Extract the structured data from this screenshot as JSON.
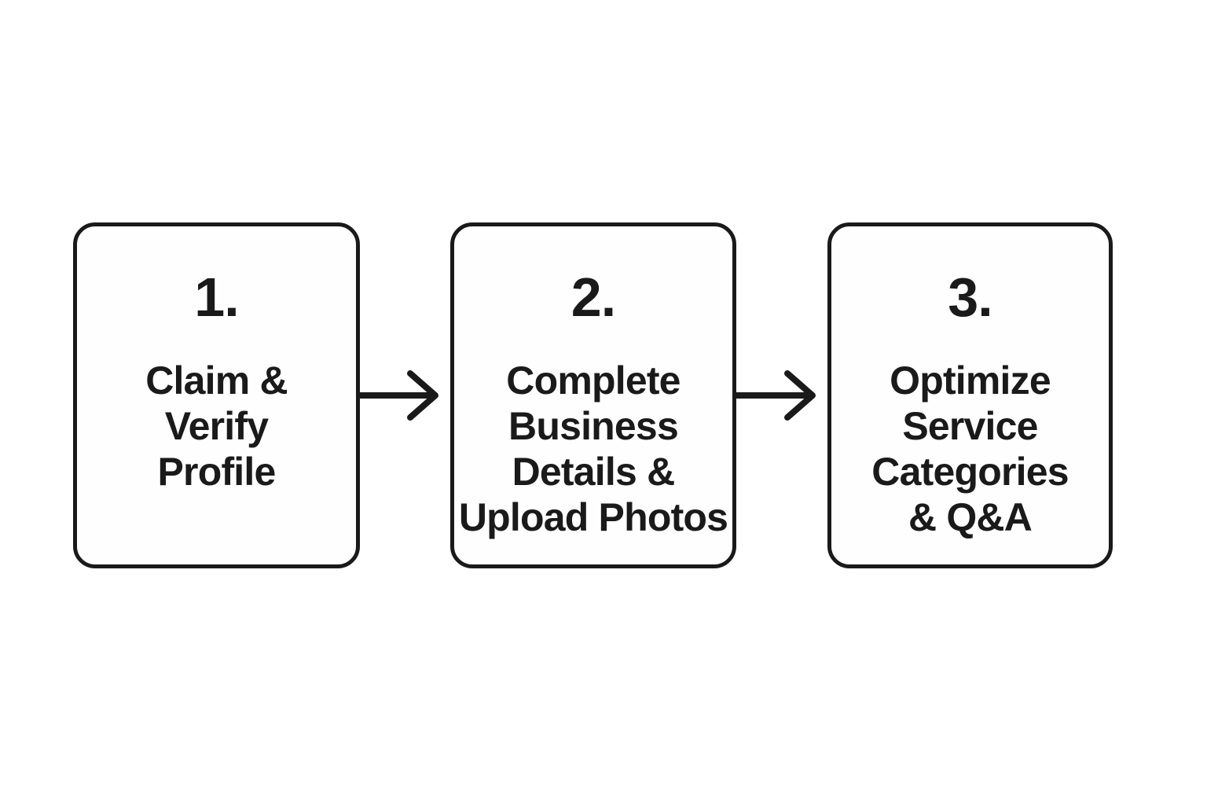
{
  "diagram": {
    "type": "process-flow",
    "direction": "left-to-right",
    "steps": [
      {
        "number": "1.",
        "label": "Claim &\nVerify\nProfile"
      },
      {
        "number": "2.",
        "label": "Complete\nBusiness\nDetails &\nUpload Photos"
      },
      {
        "number": "3.",
        "label": "Optimize\nService\nCategories\n& Q&A"
      }
    ],
    "connectors": [
      {
        "icon": "arrow-right-icon",
        "from": "step-1",
        "to": "step-2"
      },
      {
        "icon": "arrow-right-icon",
        "from": "step-2",
        "to": "step-3"
      }
    ]
  },
  "colors": {
    "ink": "#1a1a1a",
    "bg": "#ffffff",
    "box_bg": "#fefefe"
  }
}
